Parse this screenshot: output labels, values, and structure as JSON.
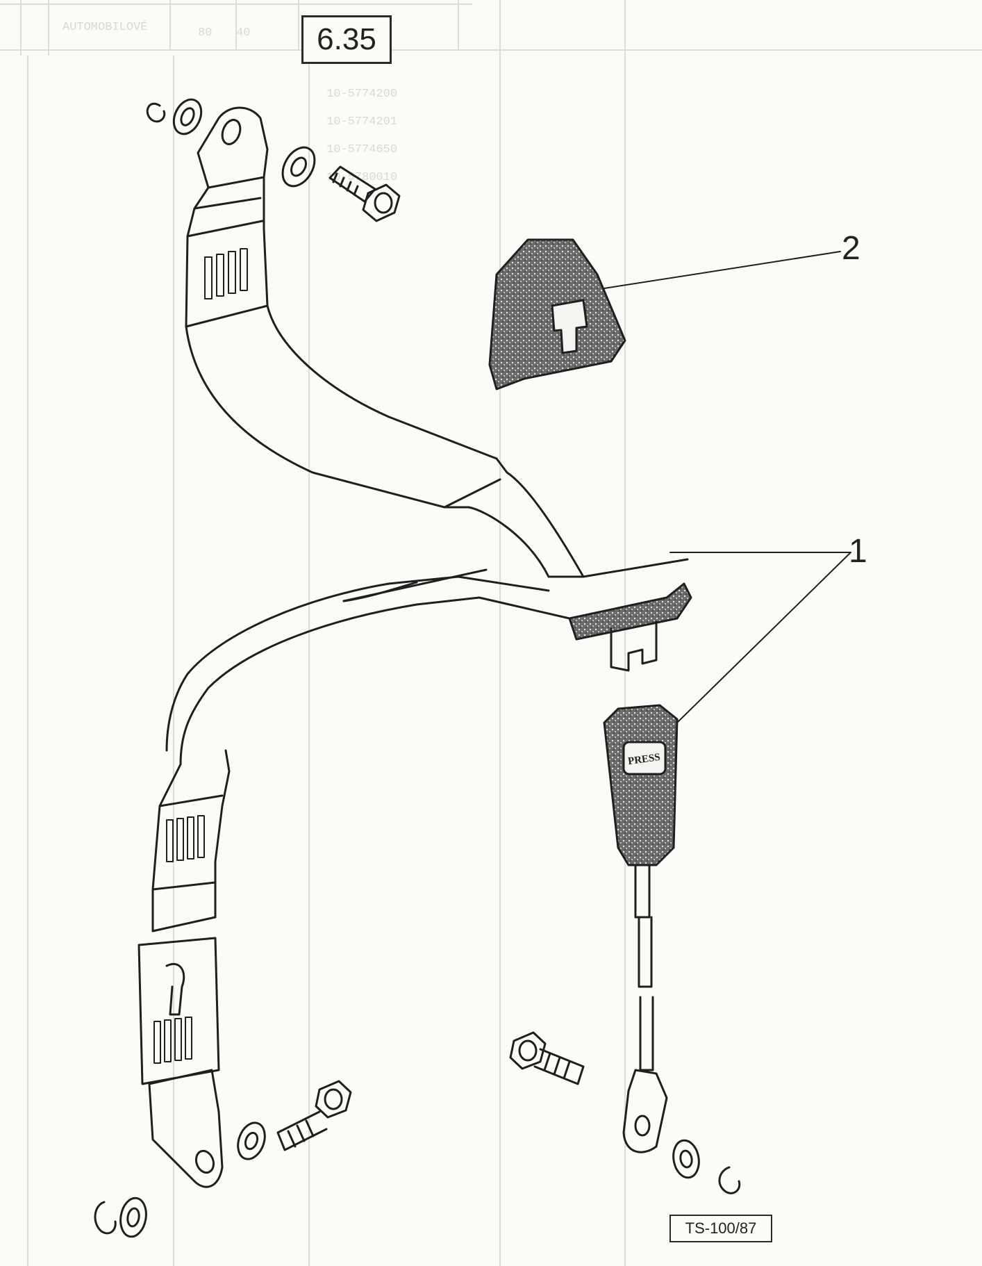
{
  "header": {
    "plate_number": "6.35",
    "faded_table_labels": [
      "AUTOMOBILOVÉ",
      "40",
      "80"
    ]
  },
  "faded_parts_list": [
    "10-5774200",
    "10-5774201",
    "10-5774650",
    "10-5780010"
  ],
  "callouts": [
    {
      "id": "part-1",
      "label": "1"
    },
    {
      "id": "part-2",
      "label": "2"
    }
  ],
  "footer": {
    "drawing_reference": "TS-100/87"
  },
  "buckle": {
    "button_text": "PRESS"
  }
}
